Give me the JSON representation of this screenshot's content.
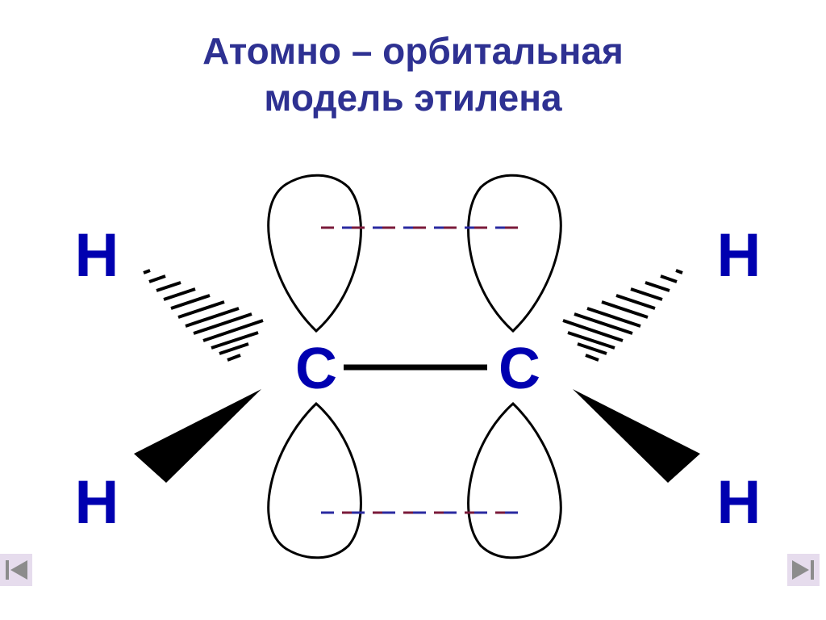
{
  "slide": {
    "title_line1": "Атомно – орбитальная",
    "title_line2": "модель этилена"
  },
  "diagram": {
    "atoms": {
      "c_left": "C",
      "c_right": "C",
      "h_top_left": "H",
      "h_bottom_left": "H",
      "h_top_right": "H",
      "h_bottom_right": "H"
    }
  },
  "navigation": {
    "prev_icon": "first-slide-icon",
    "next_icon": "last-slide-icon"
  },
  "colors": {
    "title": "#2e3192",
    "atom_label": "#0000b0",
    "orbital_outline": "#000000",
    "pi_bond_dash_red": "#7a1a3a",
    "pi_bond_dash_blue": "#2a2aa0",
    "nav_button_bg": "#e6dced",
    "nav_icon": "#8c8c8c"
  }
}
